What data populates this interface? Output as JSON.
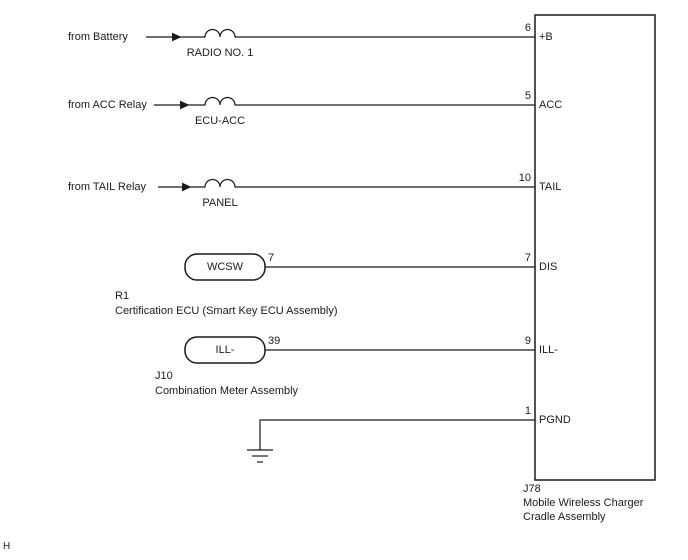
{
  "sources": [
    {
      "label": "from Battery",
      "fuse": "RADIO NO. 1"
    },
    {
      "label": "from ACC Relay",
      "fuse": "ECU-ACC"
    },
    {
      "label": "from TAIL Relay",
      "fuse": "PANEL"
    }
  ],
  "components": [
    {
      "terminal": "WCSW",
      "pin": "7",
      "code": "R1",
      "name": "Certification ECU (Smart Key ECU Assembly)"
    },
    {
      "terminal": "ILL-",
      "pin": "39",
      "code": "J10",
      "name": "Combination Meter Assembly"
    }
  ],
  "connector": {
    "pins": [
      {
        "number": "6",
        "label": "+B"
      },
      {
        "number": "5",
        "label": "ACC"
      },
      {
        "number": "10",
        "label": "TAIL"
      },
      {
        "number": "7",
        "label": "DIS"
      },
      {
        "number": "9",
        "label": "ILL-"
      },
      {
        "number": "1",
        "label": "PGND"
      }
    ],
    "code": "J78",
    "name_line1": "Mobile Wireless Charger",
    "name_line2": "Cradle Assembly"
  },
  "page_marker": "H",
  "colors": {
    "line": "#1a1a1a",
    "background": "#ffffff"
  }
}
